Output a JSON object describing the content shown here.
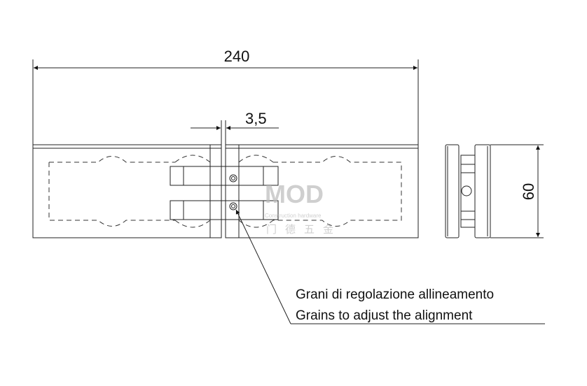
{
  "dimensions": {
    "overall_length": "240",
    "gap": "3,5",
    "height": "60"
  },
  "annotation": {
    "line_it": "Grani di regolazione allineamento",
    "line_en": "Grains to adjust the alignment"
  },
  "watermark": {
    "brand": "MOD",
    "tagline": "Construction hardware",
    "chinese": "门德五金"
  }
}
